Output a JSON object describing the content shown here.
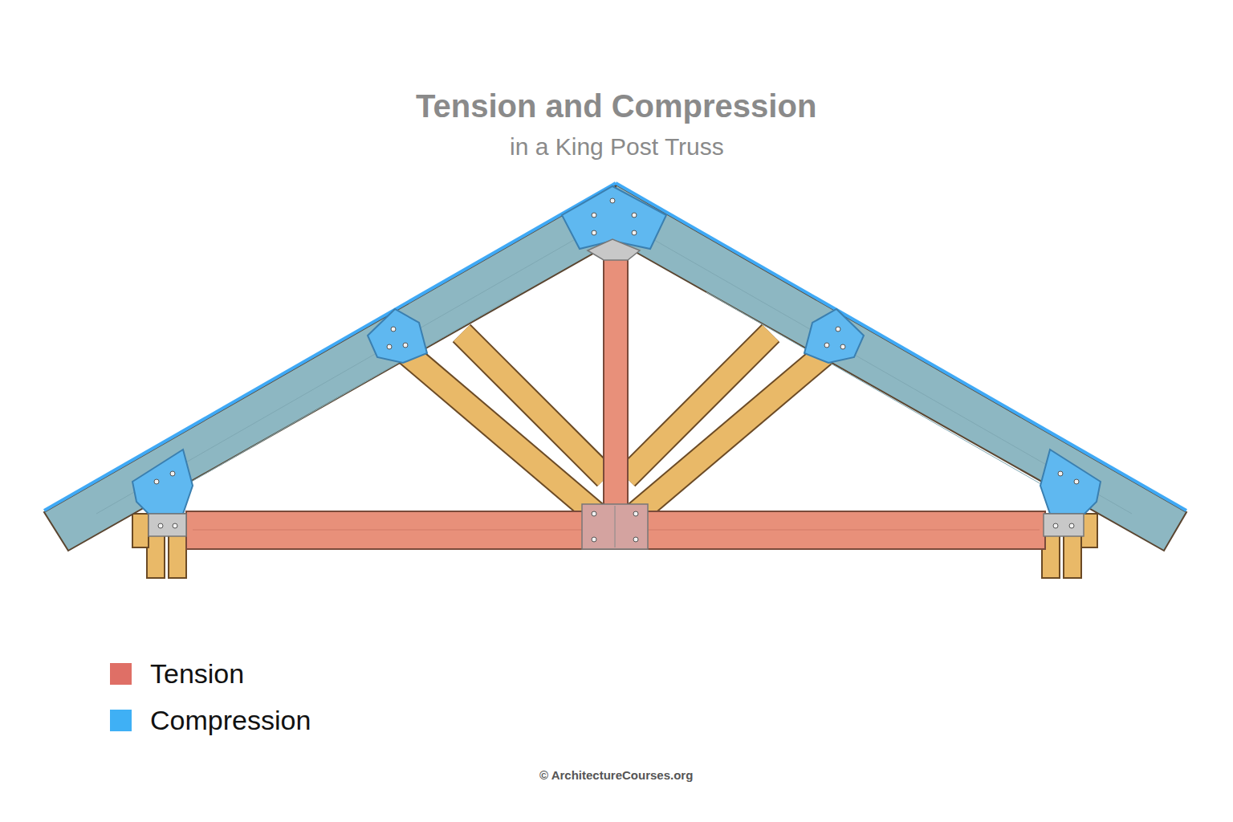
{
  "diagram": {
    "title": "Tension and Compression",
    "labels": [
      "in a King Post Truss",
      "© ArchitectureCourses.org"
    ],
    "legend": [
      {
        "text": "Tension",
        "color": "#df6f66"
      },
      {
        "text": "Compression",
        "color": "#3fb0f5"
      }
    ]
  }
}
